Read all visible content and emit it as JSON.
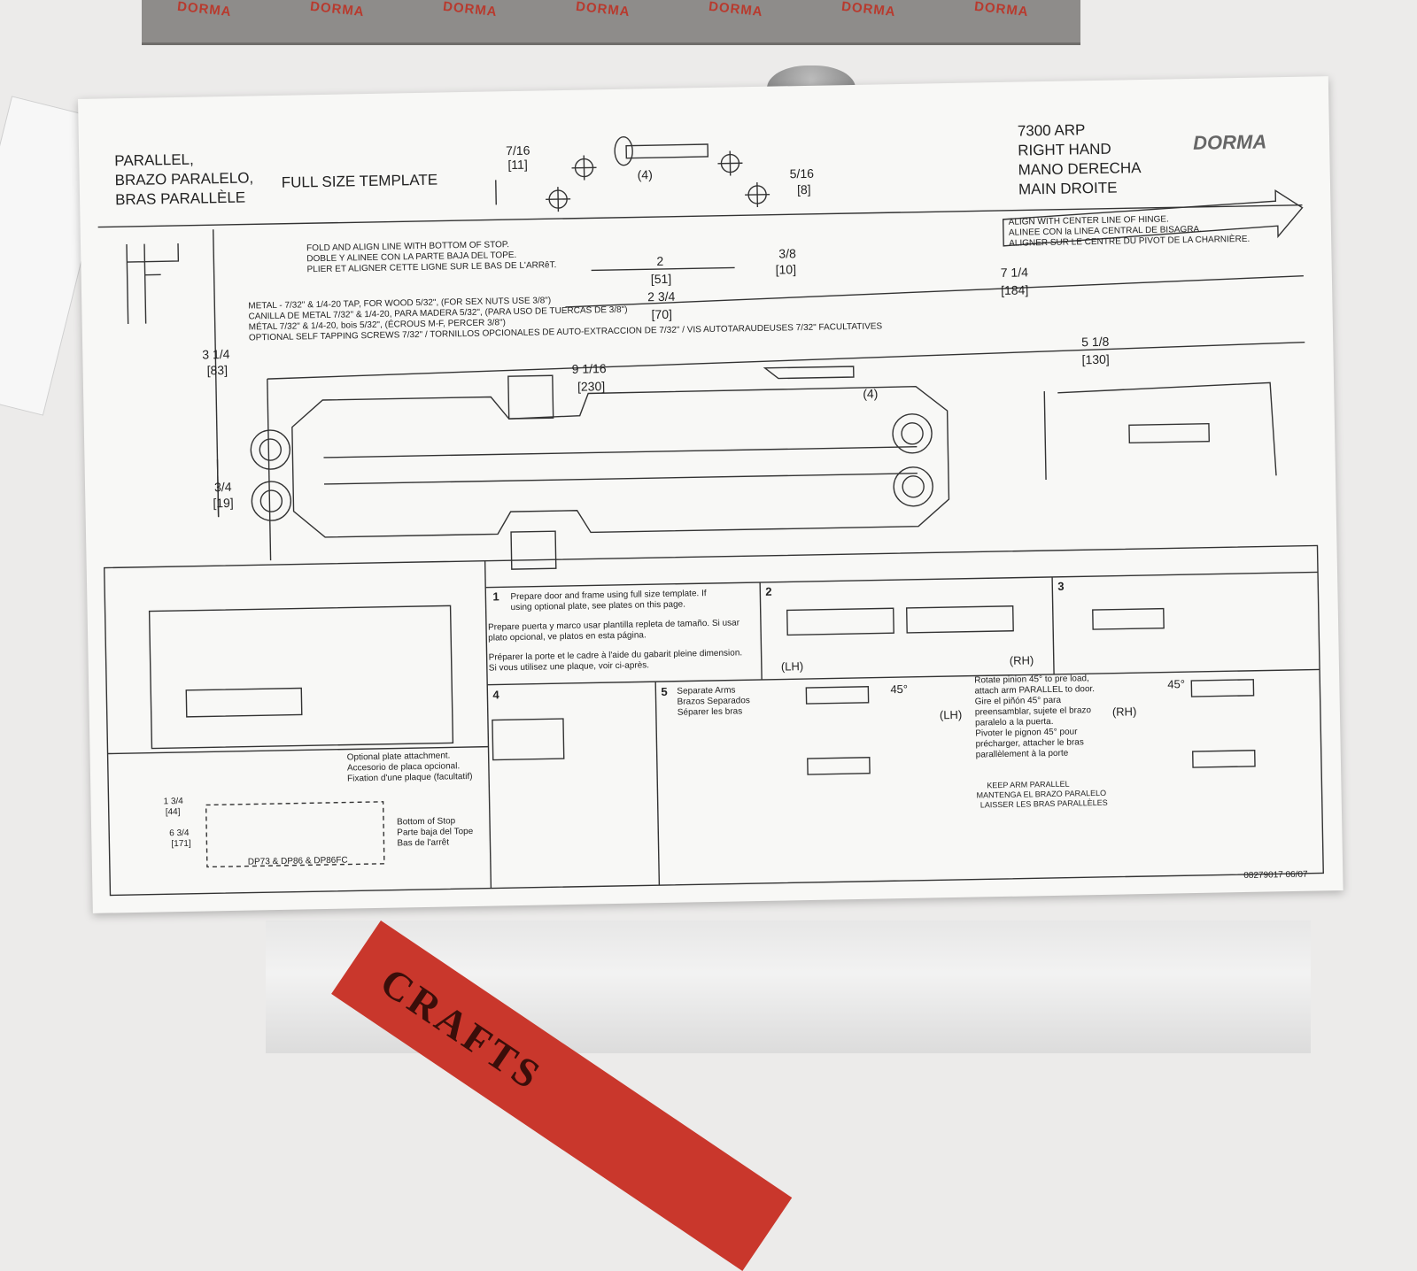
{
  "box": {
    "logo_repeat": [
      "DORMA",
      "DORMA",
      "DORMA",
      "DORMA",
      "DORMA",
      "DORMA",
      "DORMA"
    ]
  },
  "ruler": {
    "text": "CRAFTS"
  },
  "sheet": {
    "header_left": [
      "PARALLEL,",
      "BRAZO PARALELO,",
      "BRAS PARALLÈLE"
    ],
    "template_title": "FULL SIZE TEMPLATE",
    "model_lines": [
      "7300 ARP",
      "RIGHT HAND",
      "MANO DERECHA",
      "MAIN DROITE"
    ],
    "brand": "DORMA",
    "fold_text": [
      "FOLD AND ALIGN LINE WITH BOTTOM OF STOP.",
      "DOBLE Y ALINEE CON LA PARTE BAJA DEL TOPE.",
      "PLIER ET ALIGNER CETTE LIGNE SUR LE BAS DE L'ARRêT."
    ],
    "hinge_text": [
      "ALIGN WITH CENTER LINE OF HINGE.",
      "ALINEE CON la LINEA CENTRAL DE BISAGRA.",
      "ALIGNER SUR LE CENTRE DU PIVOT DE LA CHARNIÈRE."
    ],
    "metal_text": [
      "METAL - 7/32\" & 1/4-20 TAP, FOR WOOD 5/32\", (FOR SEX NUTS USE 3/8\")",
      "CANILLA DE METAL 7/32\" & 1/4-20, PARA MADERA 5/32\", (PARA USO DE TUERCAS DE 3/8\")",
      "MÉTAL 7/32\" & 1/4-20, bois 5/32\", (ÉCROUS M-F, PERCER 3/8\")",
      "OPTIONAL SELF TAPPING SCREWS 7/32\" / TORNILLOS OPCIONALES DE AUTO-EXTRACCION DE 7/32\" / VIS AUTOTARAUDEUSES 7/32\" FACULTATIVES"
    ],
    "dims": {
      "d7_16": "7/16",
      "d7_16_mm": "[11]",
      "screws4a": "(4)",
      "d5_16": "5/16",
      "d5_16_mm": "[8]",
      "d2": "2",
      "d2_mm": "[51]",
      "d3_8": "3/8",
      "d3_8_mm": "[10]",
      "d2_3_4": "2 3/4",
      "d2_3_4_mm": "[70]",
      "d7_1_4": "7 1/4",
      "d7_1_4_mm": "[184]",
      "d3_1_4": "3 1/4",
      "d3_1_4_mm": "[83]",
      "d9_1_16": "9 1/16",
      "d9_1_16_mm": "[230]",
      "d5_1_8": "5 1/8",
      "d5_1_8_mm": "[130]",
      "screws4b": "(4)",
      "d3_4": "3/4",
      "d3_4_mm": "[19]"
    },
    "steps": {
      "s1": "1",
      "s1_text": [
        "Prepare door and frame using full size template. If",
        "using optional plate, see plates on this page."
      ],
      "s1_es": [
        "Prepare puerta y marco usar plantilla repleta de tamaño. Si usar",
        "plato opcional, ve platos en esta página."
      ],
      "s1_fr": [
        "Préparer la porte et le cadre à l'aide du gabarit pleine dimension.",
        "Si vous utilisez une plaque, voir ci-après."
      ],
      "s2": "2",
      "lh": "(LH)",
      "rh": "(RH)",
      "s3": "3",
      "s4": "4",
      "s5": "5",
      "s5_text": [
        "Separate Arms",
        "Brazos Separados",
        "Séparer les bras"
      ],
      "angle_a": "45°",
      "lh_b": "(LH)",
      "rotate_text": [
        "Rotate pinion 45° to pre load,",
        "attach arm PARALLEL to door.",
        "Gire el piñón 45° para",
        "preensamblar, sujete el brazo",
        "paralelo a la puerta.",
        "Pivoter le pignon 45° pour",
        "précharger, attacher le bras",
        "parallèlement à la porte"
      ],
      "rh_b": "(RH)",
      "angle_b": "45°",
      "keep_text": [
        "KEEP ARM PARALLEL",
        "MANTENGA EL BRAZO PARALELO",
        "LAISSER LES BRAS PARALLÈLES"
      ]
    },
    "plate": {
      "text": [
        "Optional plate attachment.",
        "Accesorio de placa opcional.",
        "Fixation d'une plaque (facultatif)"
      ],
      "d1_3_4": "1 3/4",
      "d1_3_4_mm": "[44]",
      "d6_3_4": "6 3/4",
      "d6_3_4_mm": "[171]",
      "bottom": [
        "Bottom of Stop",
        "Parte baja del Tope",
        "Bas de l'arrêt"
      ],
      "models": "DP73 & DP86 & DP86FC"
    },
    "footer_code": "08279017  06/07"
  }
}
